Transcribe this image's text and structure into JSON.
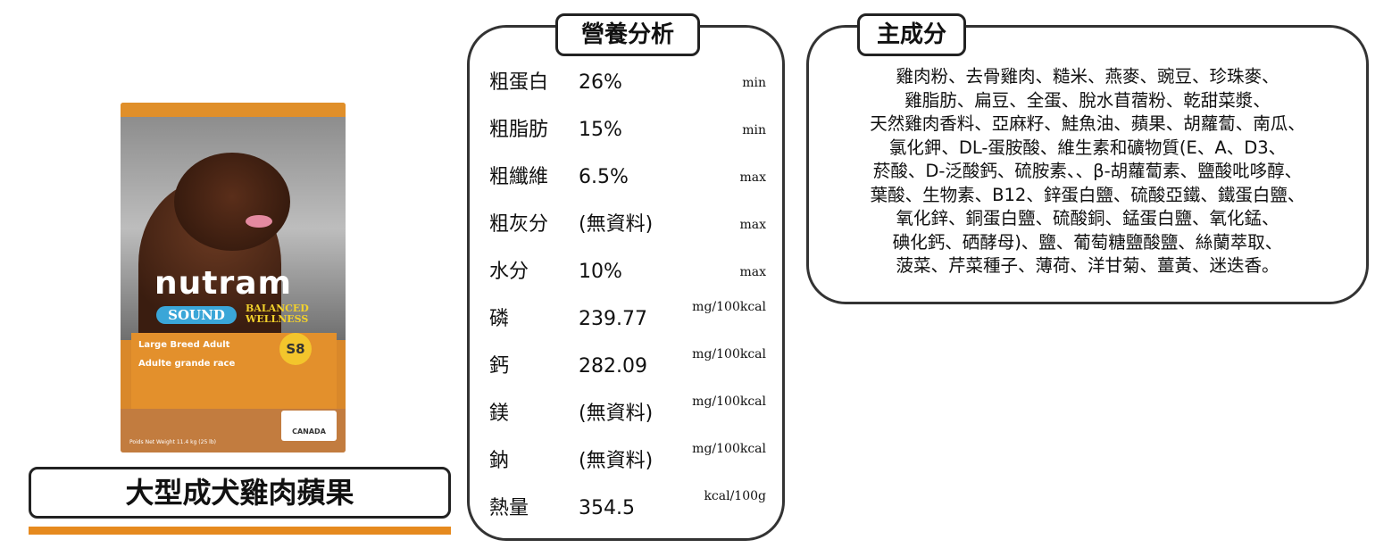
{
  "product": {
    "name": "大型成犬雞肉蘋果",
    "image": {
      "brand": "nutram",
      "line": "SOUND",
      "tagline": "BALANCED WELLNESS",
      "title_en": "Large Breed Adult",
      "title_fr": "Adulte grande race",
      "code": "S8",
      "origin": "CANADA",
      "weight": "Poids Net Weight 11.4 kg (25 lb)"
    }
  },
  "nutrition": {
    "title": "營養分析",
    "rows": [
      {
        "label": "粗蛋白",
        "value": "26%",
        "unit": "min"
      },
      {
        "label": "粗脂肪",
        "value": "15%",
        "unit": "min"
      },
      {
        "label": "粗纖維",
        "value": "6.5%",
        "unit": "max"
      },
      {
        "label": "粗灰分",
        "value": "(無資料)",
        "unit": "max"
      },
      {
        "label": "水分",
        "value": "10%",
        "unit": "max"
      },
      {
        "label": "磷",
        "value": "239.77",
        "unit": "mg/100kcal"
      },
      {
        "label": "鈣",
        "value": "282.09",
        "unit": "mg/100kcal"
      },
      {
        "label": "鎂",
        "value": "(無資料)",
        "unit": "mg/100kcal"
      },
      {
        "label": "鈉",
        "value": "(無資料)",
        "unit": "mg/100kcal"
      },
      {
        "label": "熱量",
        "value": "354.5",
        "unit": "kcal/100g"
      }
    ]
  },
  "ingredients": {
    "title": "主成分",
    "text": "雞肉粉、去骨雞肉、糙米、燕麥、豌豆、珍珠麥、\n雞脂肪、扁豆、全蛋、脫水苜蓿粉、乾甜菜漿、\n天然雞肉香料、亞麻籽、鮭魚油、蘋果、胡蘿蔔、南瓜、\n氯化鉀、DL-蛋胺酸、維生素和礦物質(E、A、D3、\n菸酸、D-泛酸鈣、硫胺素、、β-胡蘿蔔素、鹽酸吡哆醇、\n葉酸、生物素、B12、鋅蛋白鹽、硫酸亞鐵、鐵蛋白鹽、\n氧化鋅、銅蛋白鹽、硫酸銅、錳蛋白鹽、氧化錳、\n碘化鈣、硒酵母)、鹽、葡萄糖鹽酸鹽、絲蘭萃取、\n菠菜、芹菜種子、薄荷、洋甘菊、薑黃、迷迭香。"
  },
  "colors": {
    "accent_bar": "#e68a1e",
    "border": "#333333"
  }
}
